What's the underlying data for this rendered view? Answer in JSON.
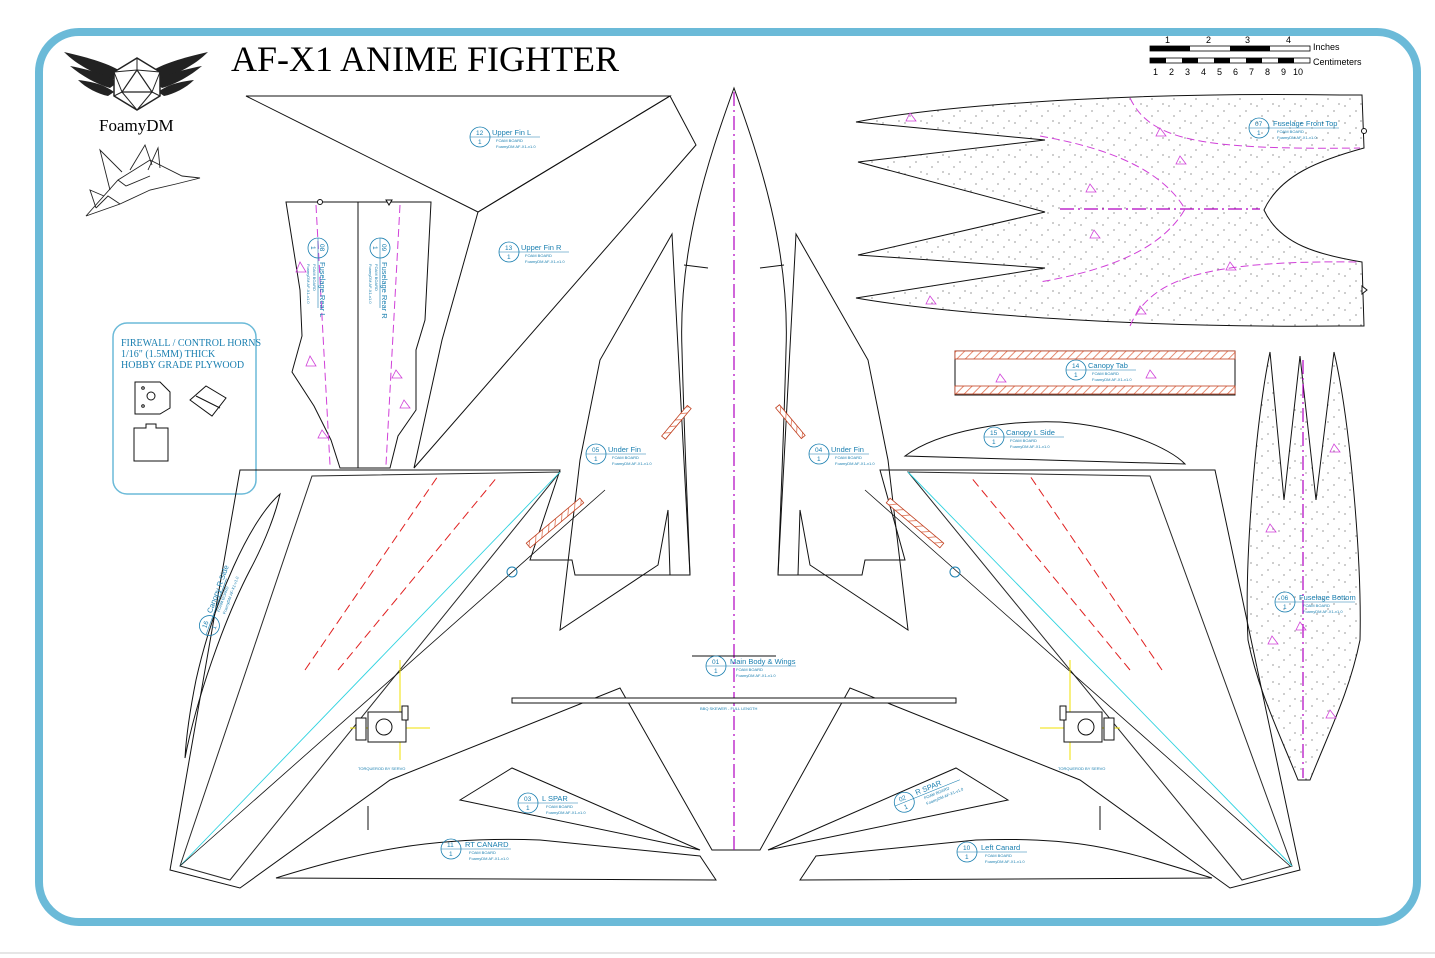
{
  "title": "AF-X1 ANIME FIGHTER",
  "brand": "FoamyDM",
  "scale_bar": {
    "inches_label": "Inches",
    "cm_label": "Centimeters",
    "inch_ticks": [
      "1",
      "2",
      "3",
      "4"
    ],
    "cm_ticks": [
      "1",
      "2",
      "3",
      "4",
      "5",
      "6",
      "7",
      "8",
      "9",
      "10"
    ]
  },
  "firewall_note": {
    "line1": "FIREWALL / CONTROL HORNS",
    "line2": "1/16\" (1.5MM) THICK",
    "line3": "HOBBY GRADE PLYWOOD"
  },
  "parts": [
    {
      "num": "01",
      "qty": "1",
      "name": "Main Body & Wings",
      "note1": "FOAM BOARD",
      "note2": "FoamyDM AF-X1-v1.0"
    },
    {
      "num": "02",
      "qty": "1",
      "name": "R SPAR",
      "note1": "FOAM BOARD",
      "note2": "FoamyDM AF-X1-v1.0"
    },
    {
      "num": "03",
      "qty": "1",
      "name": "L SPAR",
      "note1": "FOAM BOARD",
      "note2": "FoamyDM AF-X1-v1.0"
    },
    {
      "num": "04",
      "qty": "1",
      "name": "Under Fin",
      "note1": "FOAM BOARD",
      "note2": "FoamyDM AF-X1-v1.0"
    },
    {
      "num": "05",
      "qty": "1",
      "name": "Under Fin",
      "note1": "FOAM BOARD",
      "note2": "FoamyDM AF-X1-v1.0"
    },
    {
      "num": "06",
      "qty": "1",
      "name": "Fuselage Bottom",
      "note1": "FOAM BOARD",
      "note2": "FoamyDM AF-X1-v1.0"
    },
    {
      "num": "07",
      "qty": "1",
      "name": "Fuselage Front Top",
      "note1": "FOAM BOARD",
      "note2": "FoamyDM AF-X1-v1.0"
    },
    {
      "num": "08",
      "qty": "1",
      "name": "Fuselage Rear L",
      "note1": "FOAM BOARD",
      "note2": "FoamyDM AF-X1-v1.0"
    },
    {
      "num": "09",
      "qty": "1",
      "name": "Fuselage Rear R",
      "note1": "FOAM BOARD",
      "note2": "FoamyDM AF-X1-v1.0"
    },
    {
      "num": "10",
      "qty": "1",
      "name": "Left Canard",
      "note1": "FOAM BOARD",
      "note2": "FoamyDM AF-X1-v1.0"
    },
    {
      "num": "11",
      "qty": "1",
      "name": "RT CANARD",
      "note1": "FOAM BOARD",
      "note2": "FoamyDM AF-X1-v1.0"
    },
    {
      "num": "12",
      "qty": "1",
      "name": "Upper Fin L",
      "note1": "FOAM BOARD",
      "note2": "FoamyDM AF-X1-v1.0"
    },
    {
      "num": "13",
      "qty": "1",
      "name": "Upper Fin R",
      "note1": "FOAM BOARD",
      "note2": "FoamyDM AF-X1-v1.0"
    },
    {
      "num": "14",
      "qty": "1",
      "name": "Canopy Tab",
      "note1": "FOAM BOARD",
      "note2": "FoamyDM AF-X1-v1.0"
    },
    {
      "num": "15",
      "qty": "1",
      "name": "Canopy L Side",
      "note1": "FOAM BOARD",
      "note2": "FoamyDM AF-X1-v1.0"
    },
    {
      "num": "16",
      "qty": "1",
      "name": "Canopy R Side",
      "note1": "FOAM BOARD",
      "note2": "FoamyDM AF-X1-v1.0"
    }
  ],
  "annotations": {
    "bbq_skewer": "BBQ SKEWER - FULL LENGTH",
    "servo_left": "TORQUEROD BY SERVO",
    "servo_right": "TORQUEROD BY SERVO"
  },
  "colors": {
    "frame": "#6bbad8",
    "label": "#1a7fb0",
    "bevel": "#2fd3e0",
    "fold_line": "#d040d8",
    "center_line": "#b000c0",
    "score_line": "#e02020",
    "hinge_hatch": "#e07050",
    "servo_guide": "#f0e000"
  }
}
